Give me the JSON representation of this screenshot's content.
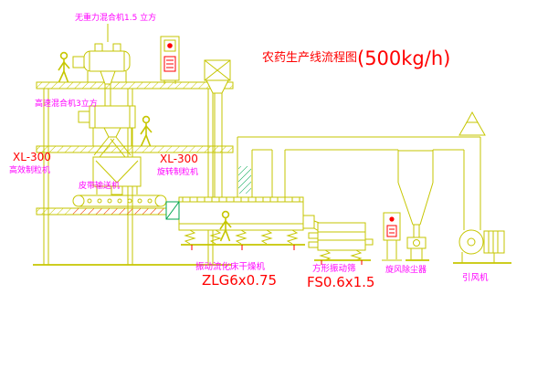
{
  "title": {
    "main": "农药生产线流程图",
    "capacity": "(500kg/h)"
  },
  "equipment_labels": {
    "top_mixer": "无重力混合机1.5 立方",
    "high_speed_mixer": "高速混合机3立方",
    "left_granulator_model": "XL-300",
    "left_granulator_name": "高效制粒机",
    "mid_granulator_model": "XL-300",
    "mid_granulator_name": "旋转制粒机",
    "belt_conveyor": "皮带输送机",
    "dryer_name": "振动流化床干燥机",
    "dryer_model": "ZLG6x0.75",
    "sieve_name": "方形振动筛",
    "sieve_model": "FS0.6x1.5",
    "cyclone_name": "旋风除尘器",
    "fan_name": "引风机"
  },
  "colors": {
    "line_yellow": "#c6c600",
    "label_magenta": "#ff00ff",
    "label_red": "#ff0000",
    "accent_green": "#00a651",
    "background": "#ffffff"
  }
}
